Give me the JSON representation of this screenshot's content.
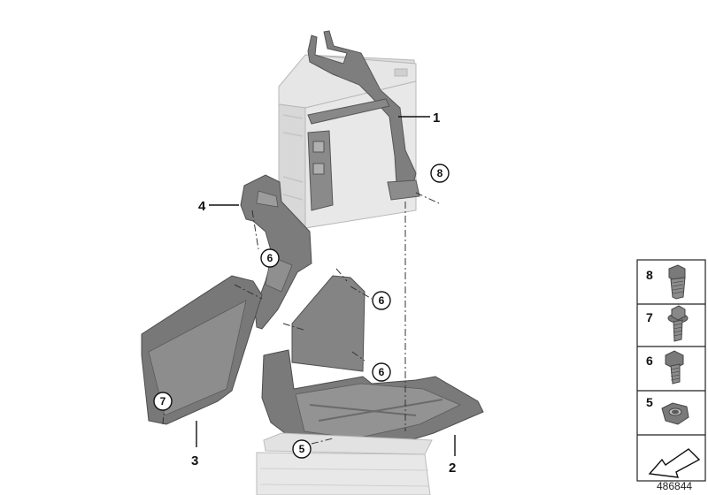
{
  "diagram": {
    "callouts": [
      {
        "id": "1",
        "label": "1"
      },
      {
        "id": "2",
        "label": "2"
      },
      {
        "id": "3",
        "label": "3"
      },
      {
        "id": "4",
        "label": "4"
      }
    ],
    "circled_callouts": [
      {
        "label": "8"
      },
      {
        "label": "6"
      },
      {
        "label": "6"
      },
      {
        "label": "6"
      },
      {
        "label": "7"
      },
      {
        "label": "5"
      }
    ],
    "fastener_legend": [
      {
        "number": "8",
        "icon": "hex-bolt-with-washer-icon"
      },
      {
        "number": "7",
        "icon": "flange-bolt-icon"
      },
      {
        "number": "6",
        "icon": "hex-bolt-icon"
      },
      {
        "number": "5",
        "icon": "hex-nut-icon"
      }
    ],
    "legend_footer_icon": "arrow-symbol-icon",
    "diagram_number": "486844",
    "colors": {
      "battery_fill": "#e4e4e4",
      "battery_stroke": "#b5b5b5",
      "part_dark": "#767676",
      "part_mid": "#8c8c8c",
      "part_light": "#a3a3a3",
      "line": "#111111"
    }
  }
}
